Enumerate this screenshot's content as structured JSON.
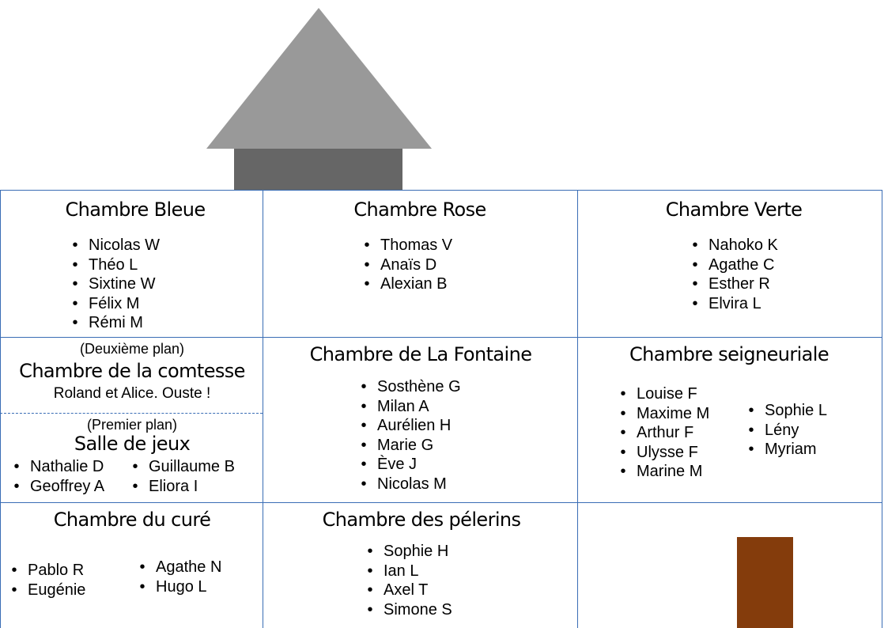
{
  "colors": {
    "roof": "#999999",
    "chimney": "#666666",
    "door": "#843c0c",
    "grid": "#3a6db5"
  },
  "rooms": {
    "bleue": {
      "title": "Chambre Bleue",
      "people": [
        "Nicolas W",
        "Théo L",
        "Sixtine W",
        "Félix M",
        "Rémi M"
      ]
    },
    "rose": {
      "title": "Chambre Rose",
      "people": [
        "Thomas V",
        "Anaïs D",
        "Alexian B"
      ]
    },
    "verte": {
      "title": "Chambre Verte",
      "people": [
        "Nahoko K",
        "Agathe C",
        "Esther R",
        "Elvira L"
      ]
    },
    "comtesse": {
      "plan": "(Deuxième plan)",
      "title": "Chambre de la comtesse",
      "note": "Roland et Alice. Ouste !"
    },
    "jeux": {
      "plan": "(Premier plan)",
      "title": "Salle de jeux",
      "people_col1": [
        "Nathalie D",
        "Geoffrey A"
      ],
      "people_col2": [
        "Guillaume B",
        "Eliora I"
      ]
    },
    "fontaine": {
      "title": "Chambre de La Fontaine",
      "people": [
        "Sosthène G",
        "Milan A",
        "Aurélien H",
        "Marie G",
        "Ève J",
        "Nicolas M"
      ]
    },
    "seigneuriale": {
      "title": "Chambre seigneuriale",
      "people_col1": [
        "Louise F",
        "Maxime M",
        "Arthur F",
        "Ulysse F",
        "Marine M"
      ],
      "people_col2": [
        "Sophie L",
        "Lény",
        "Myriam"
      ]
    },
    "cure": {
      "title": "Chambre du curé",
      "people_col1": [
        "Pablo R",
        "Eugénie"
      ],
      "people_col2": [
        "Agathe N",
        "Hugo L"
      ]
    },
    "pelerins": {
      "title": "Chambre des pélerins",
      "people": [
        "Sophie H",
        "Ian L",
        "Axel T",
        "Simone S"
      ]
    }
  }
}
